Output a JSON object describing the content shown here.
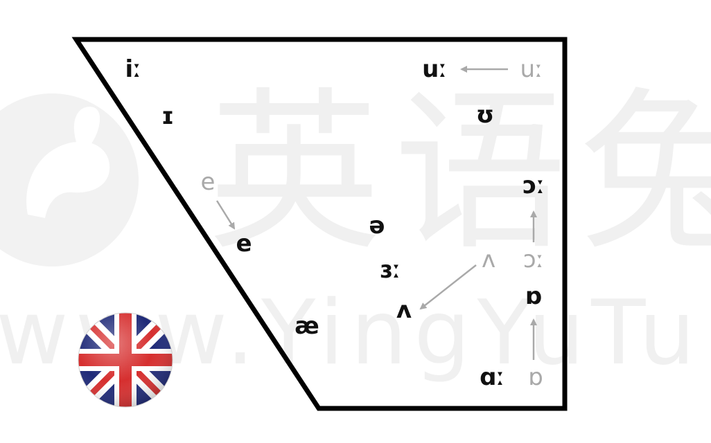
{
  "watermark": {
    "chinese": "英语兔",
    "latin": "www.YingYuTu.com"
  },
  "colors": {
    "outline": "#000000",
    "vowel": "#111111",
    "old_vowel": "#a9a9a9",
    "arrow": "#a9a9a9",
    "watermark": "#f0f0f0",
    "flag_blue": "#1f2a78",
    "flag_red": "#d62f2f",
    "flag_white": "#ffffff"
  },
  "icons": {
    "flag": "uk-flag-icon",
    "watermark_logo": "rabbit-icon"
  },
  "vowels": {
    "i_long": "iː",
    "near_close_i": "ɪ",
    "u_long": "uː",
    "u_long_old": "uː",
    "near_close_u": "ʊ",
    "e_old": "e",
    "e_new": "e",
    "schwa": "ə",
    "open_o_long": "ɔː",
    "open_o_long_old": "ɔː",
    "wedge_old": "ʌ",
    "wedge_new": "ʌ",
    "open_er_long": "ɜː",
    "turned_alpha": "ɒ",
    "ae": "æ",
    "a_long": "ɑː",
    "turned_alpha_old": "ɒ"
  }
}
